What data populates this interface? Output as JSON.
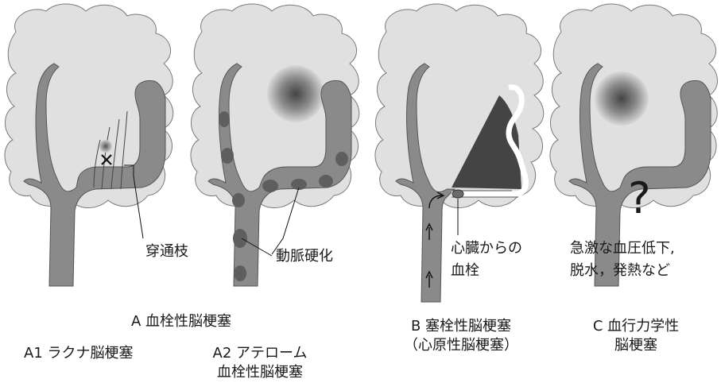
{
  "colors": {
    "cloud": "#e0e0e0",
    "cloud_stroke": "#7a7a7a",
    "vessel": "#8a8a8a",
    "vessel_stroke": "#555555",
    "plaque": "#5e5e5e",
    "infarct_dark": "#444444",
    "embolus_path": "#ffffff"
  },
  "panels": {
    "a1": {
      "label_perforator": "穿通枝",
      "caption": "A1 ラクナ脳梗塞",
      "icon": "x-mark-icon"
    },
    "a2": {
      "label_atherosclerosis": "動脈硬化",
      "caption_line1": "A2 アテローム",
      "caption_line2": "血栓性脳梗塞"
    },
    "a_group_caption": "A 血栓性脳梗塞",
    "b": {
      "label_line1": "心臓からの",
      "label_line2": "血栓",
      "caption_line1": "B 塞栓性脳梗塞",
      "caption_line2": "（心原性脳梗塞）"
    },
    "c": {
      "question_mark": "?",
      "label_line1": "急激な血圧低下,",
      "label_line2": "脱水，発熱など",
      "caption_line1": "C 血行力学性",
      "caption_line2": "脳梗塞"
    }
  }
}
